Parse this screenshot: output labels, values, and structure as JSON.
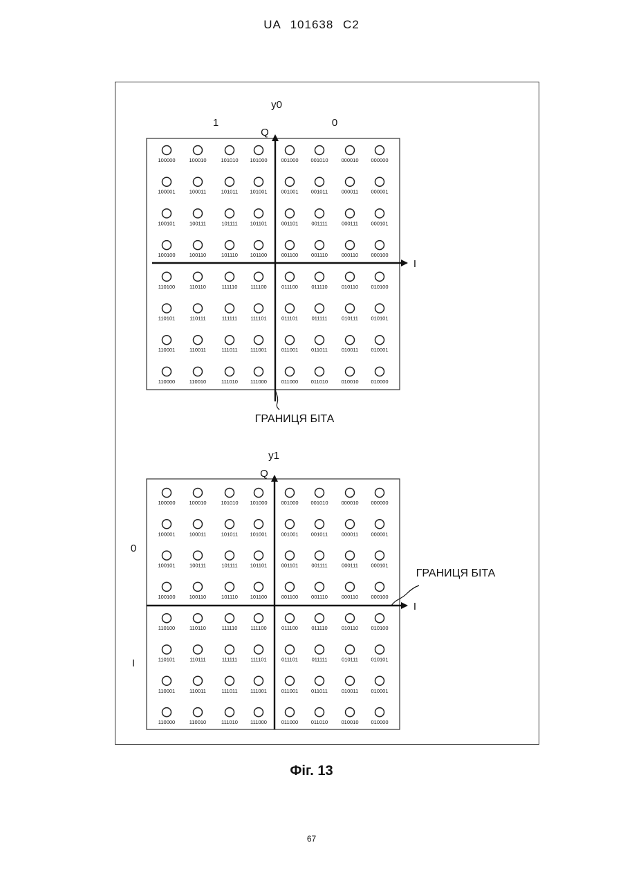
{
  "document": {
    "header": "UA 101638 C2",
    "figure_caption": "Фіг. 13",
    "page_number": "67"
  },
  "diagrams": [
    {
      "title": "y0",
      "q_axis_label": "Q",
      "i_axis_label": "I",
      "region_labels": [
        "1",
        "0"
      ],
      "bit_boundary_label": "ГРАНИЦЯ БІТА",
      "rows": [
        [
          "100000",
          "100010",
          "101010",
          "101000",
          "001000",
          "001010",
          "000010",
          "000000"
        ],
        [
          "100001",
          "100011",
          "101011",
          "101001",
          "001001",
          "001011",
          "000011",
          "000001"
        ],
        [
          "100101",
          "100111",
          "101111",
          "101101",
          "001101",
          "001111",
          "000111",
          "000101"
        ],
        [
          "100100",
          "100110",
          "101110",
          "101100",
          "001100",
          "001110",
          "000110",
          "000100"
        ],
        [
          "110100",
          "110110",
          "111110",
          "111100",
          "011100",
          "011110",
          "010110",
          "010100"
        ],
        [
          "110101",
          "110111",
          "111111",
          "111101",
          "011101",
          "011111",
          "010111",
          "010101"
        ],
        [
          "110001",
          "110011",
          "111011",
          "111001",
          "011001",
          "011011",
          "010011",
          "010001"
        ],
        [
          "110000",
          "110010",
          "111010",
          "111000",
          "011000",
          "011010",
          "010010",
          "010000"
        ]
      ]
    },
    {
      "title": "y1",
      "q_axis_label": "Q",
      "i_axis_label": "I",
      "region_labels": [
        "0",
        "I"
      ],
      "bit_boundary_label": "ГРАНИЦЯ БІТА",
      "rows": [
        [
          "100000",
          "100010",
          "101010",
          "101000",
          "001000",
          "001010",
          "000010",
          "000000"
        ],
        [
          "100001",
          "100011",
          "101011",
          "101001",
          "001001",
          "001011",
          "000011",
          "000001"
        ],
        [
          "100101",
          "100111",
          "101111",
          "101101",
          "001101",
          "001111",
          "000111",
          "000101"
        ],
        [
          "100100",
          "100110",
          "101110",
          "101100",
          "001100",
          "001110",
          "000110",
          "000100"
        ],
        [
          "110100",
          "110110",
          "111110",
          "111100",
          "011100",
          "011110",
          "010110",
          "010100"
        ],
        [
          "110101",
          "110111",
          "111111",
          "111101",
          "011101",
          "011111",
          "010111",
          "010101"
        ],
        [
          "110001",
          "110011",
          "111011",
          "111001",
          "011001",
          "011011",
          "010011",
          "010001"
        ],
        [
          "110000",
          "110010",
          "111010",
          "111000",
          "011000",
          "011010",
          "010010",
          "010000"
        ]
      ]
    }
  ]
}
